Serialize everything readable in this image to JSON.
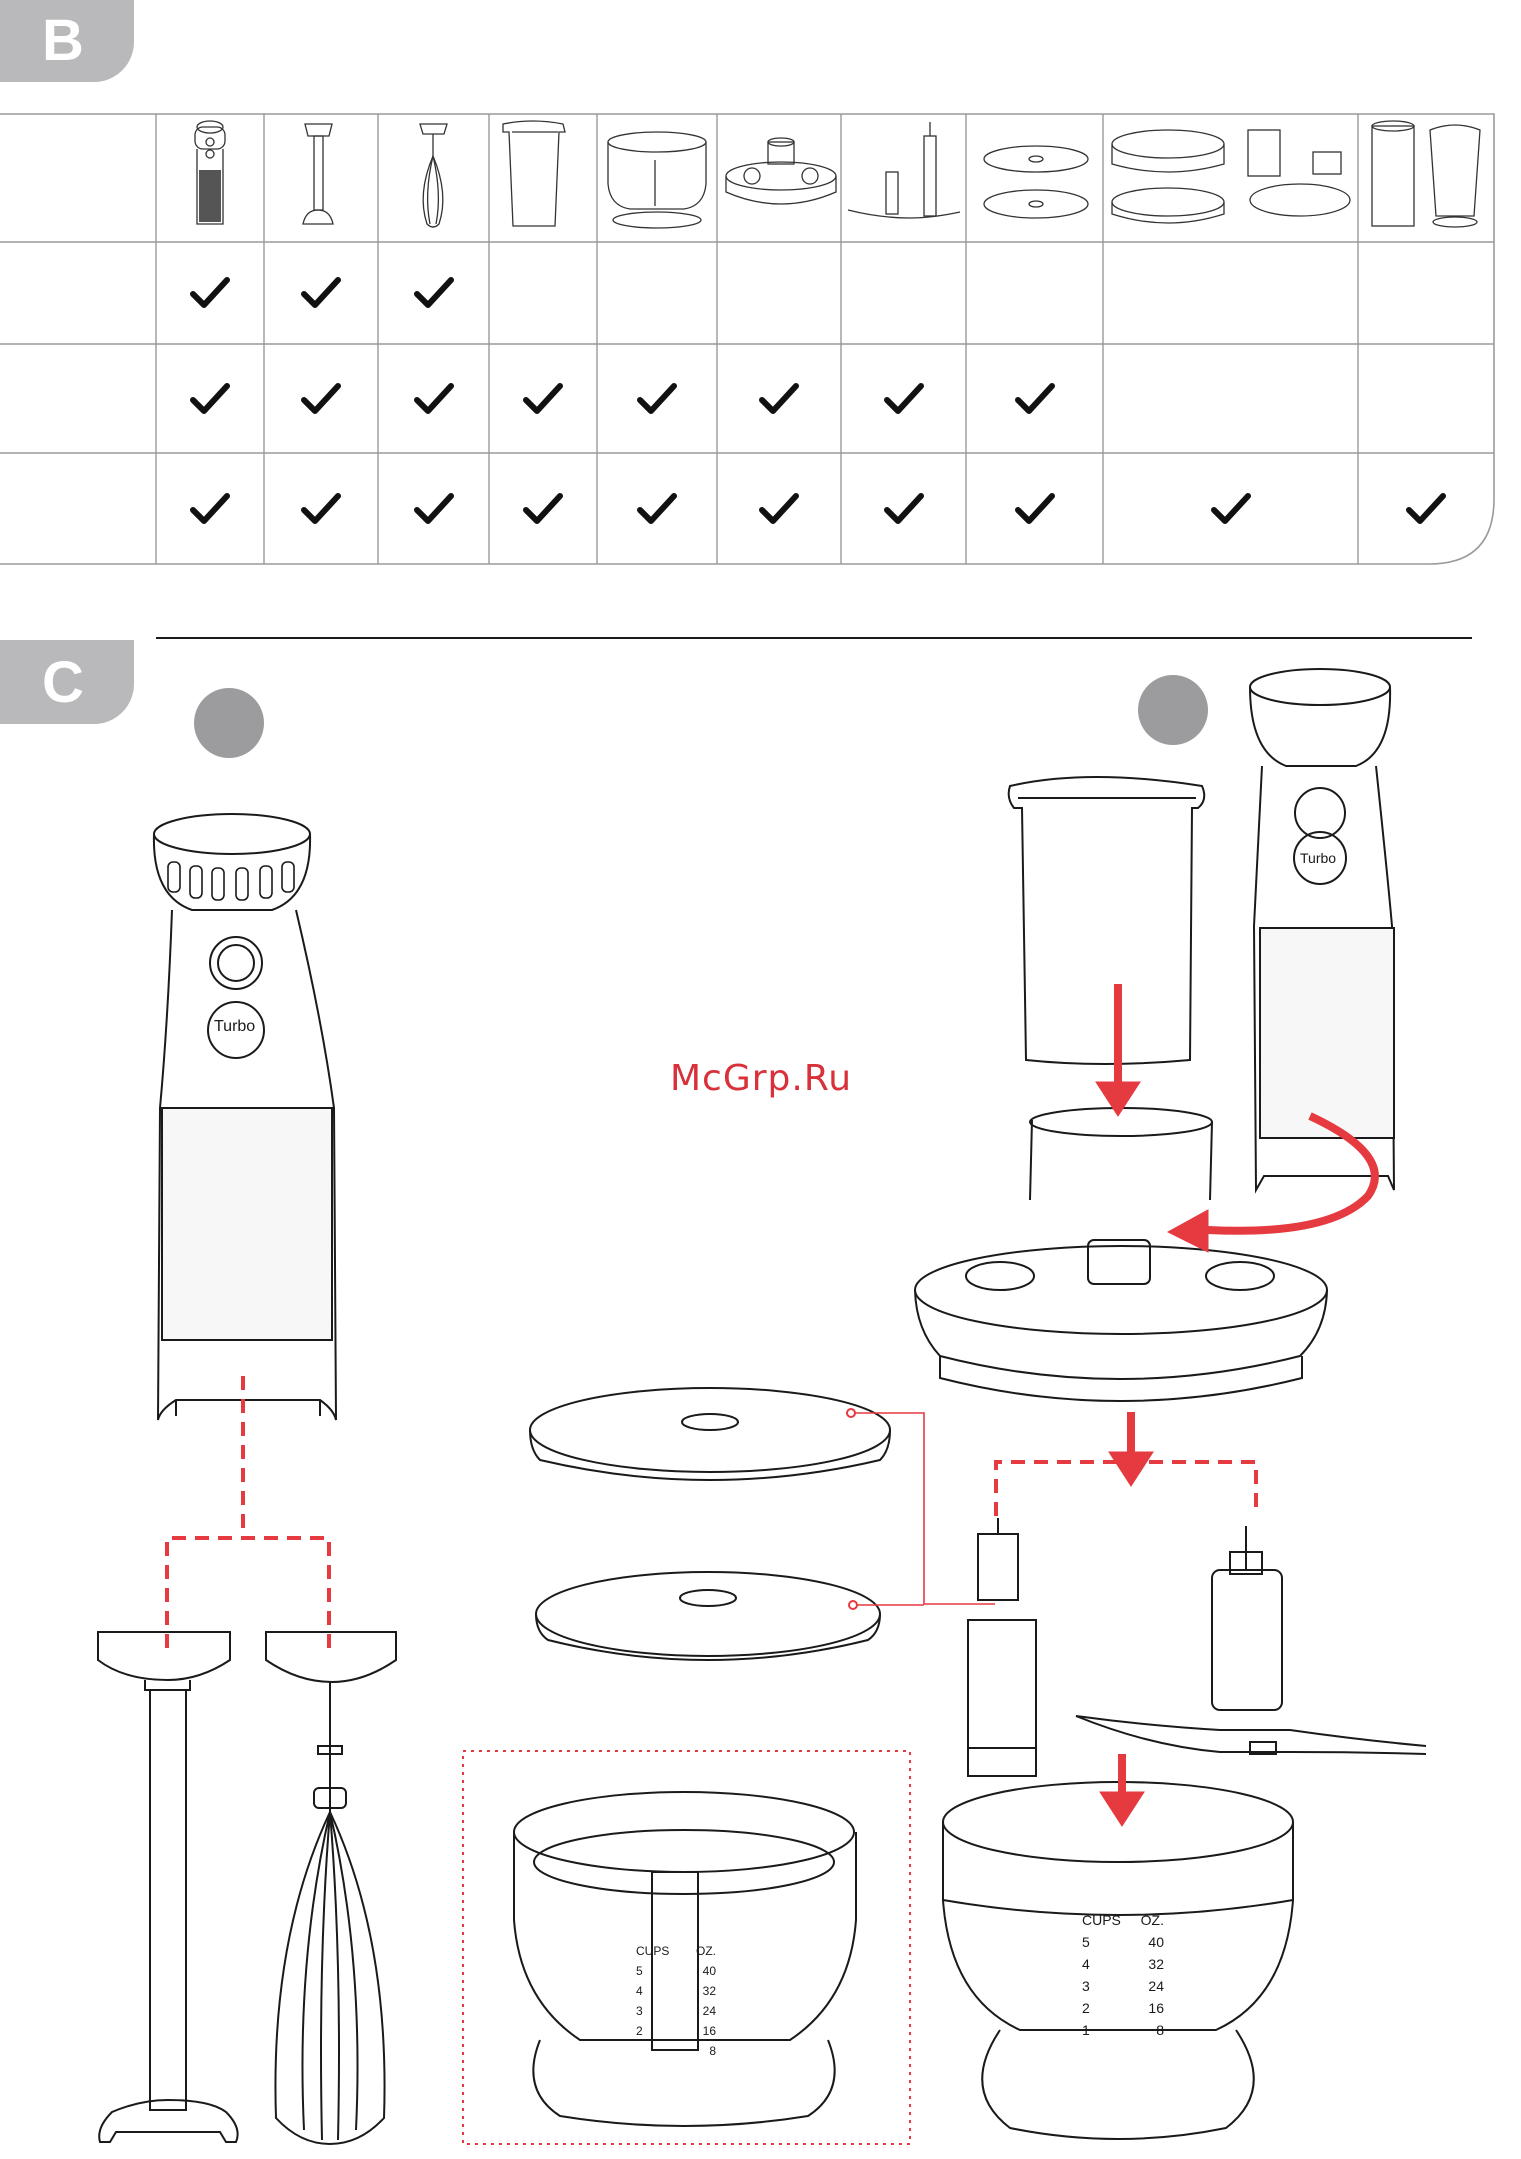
{
  "section_b": {
    "letter": "B",
    "columns": [
      {
        "icon": "motor-unit-icon"
      },
      {
        "icon": "blender-shaft-icon"
      },
      {
        "icon": "whisk-icon"
      },
      {
        "icon": "beaker-icon"
      },
      {
        "icon": "chopper-bowl-icon"
      },
      {
        "icon": "chopper-lid-icon"
      },
      {
        "icon": "chopper-blade-icon"
      },
      {
        "icon": "discs-icon"
      },
      {
        "icon": "food-processor-icon"
      },
      {
        "icon": "cups-icon"
      }
    ],
    "rows": [
      {
        "checks": [
          true,
          true,
          true,
          false,
          false,
          false,
          false,
          false,
          false,
          false
        ]
      },
      {
        "checks": [
          true,
          true,
          true,
          true,
          true,
          true,
          true,
          true,
          false,
          false
        ]
      },
      {
        "checks": [
          true,
          true,
          true,
          true,
          true,
          true,
          true,
          true,
          true,
          true
        ]
      }
    ]
  },
  "section_c": {
    "letter": "C",
    "watermark": "McGrp.Ru",
    "turbo_label": "Turbo",
    "scale": {
      "cups_label": "CUPS",
      "oz_label": "OZ.",
      "cups": [
        "5",
        "4",
        "3",
        "2",
        "1"
      ],
      "oz": [
        "40",
        "32",
        "24",
        "16",
        "8"
      ]
    }
  },
  "colors": {
    "accent_red": "#e53a40",
    "tab_grey": "#b9b9bb",
    "line": "#1a1a1a"
  }
}
